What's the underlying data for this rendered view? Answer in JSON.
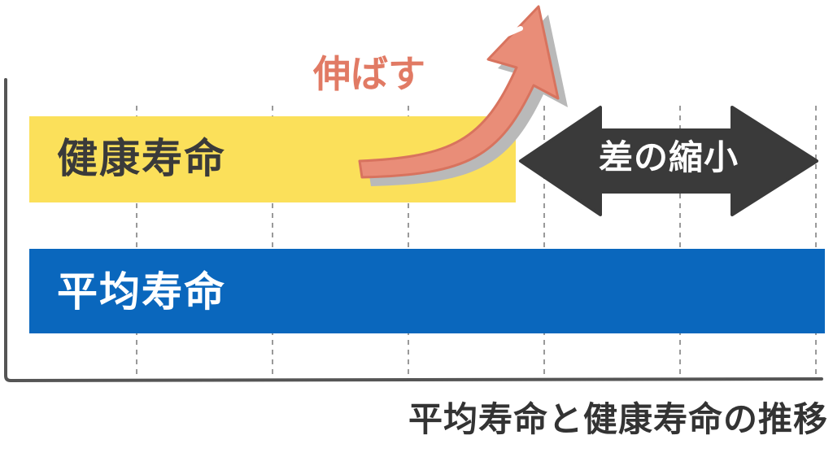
{
  "bars": [
    {
      "label": "健康寿命",
      "color": "#fbe05a",
      "label_color": "#3a3a3a"
    },
    {
      "label": "平均寿命",
      "color": "#0a67bd",
      "label_color": "#ffffff"
    }
  ],
  "annotations": {
    "extend": "伸ばす",
    "gap": "差の縮小"
  },
  "caption": "平均寿命と健康寿命の推移",
  "colors": {
    "axis": "#555555",
    "gridline": "#9a9a9a",
    "arrow_fill": "#e98d78",
    "arrow_shadow": "#b9b9b9",
    "double_arrow": "#3a3a3a"
  }
}
